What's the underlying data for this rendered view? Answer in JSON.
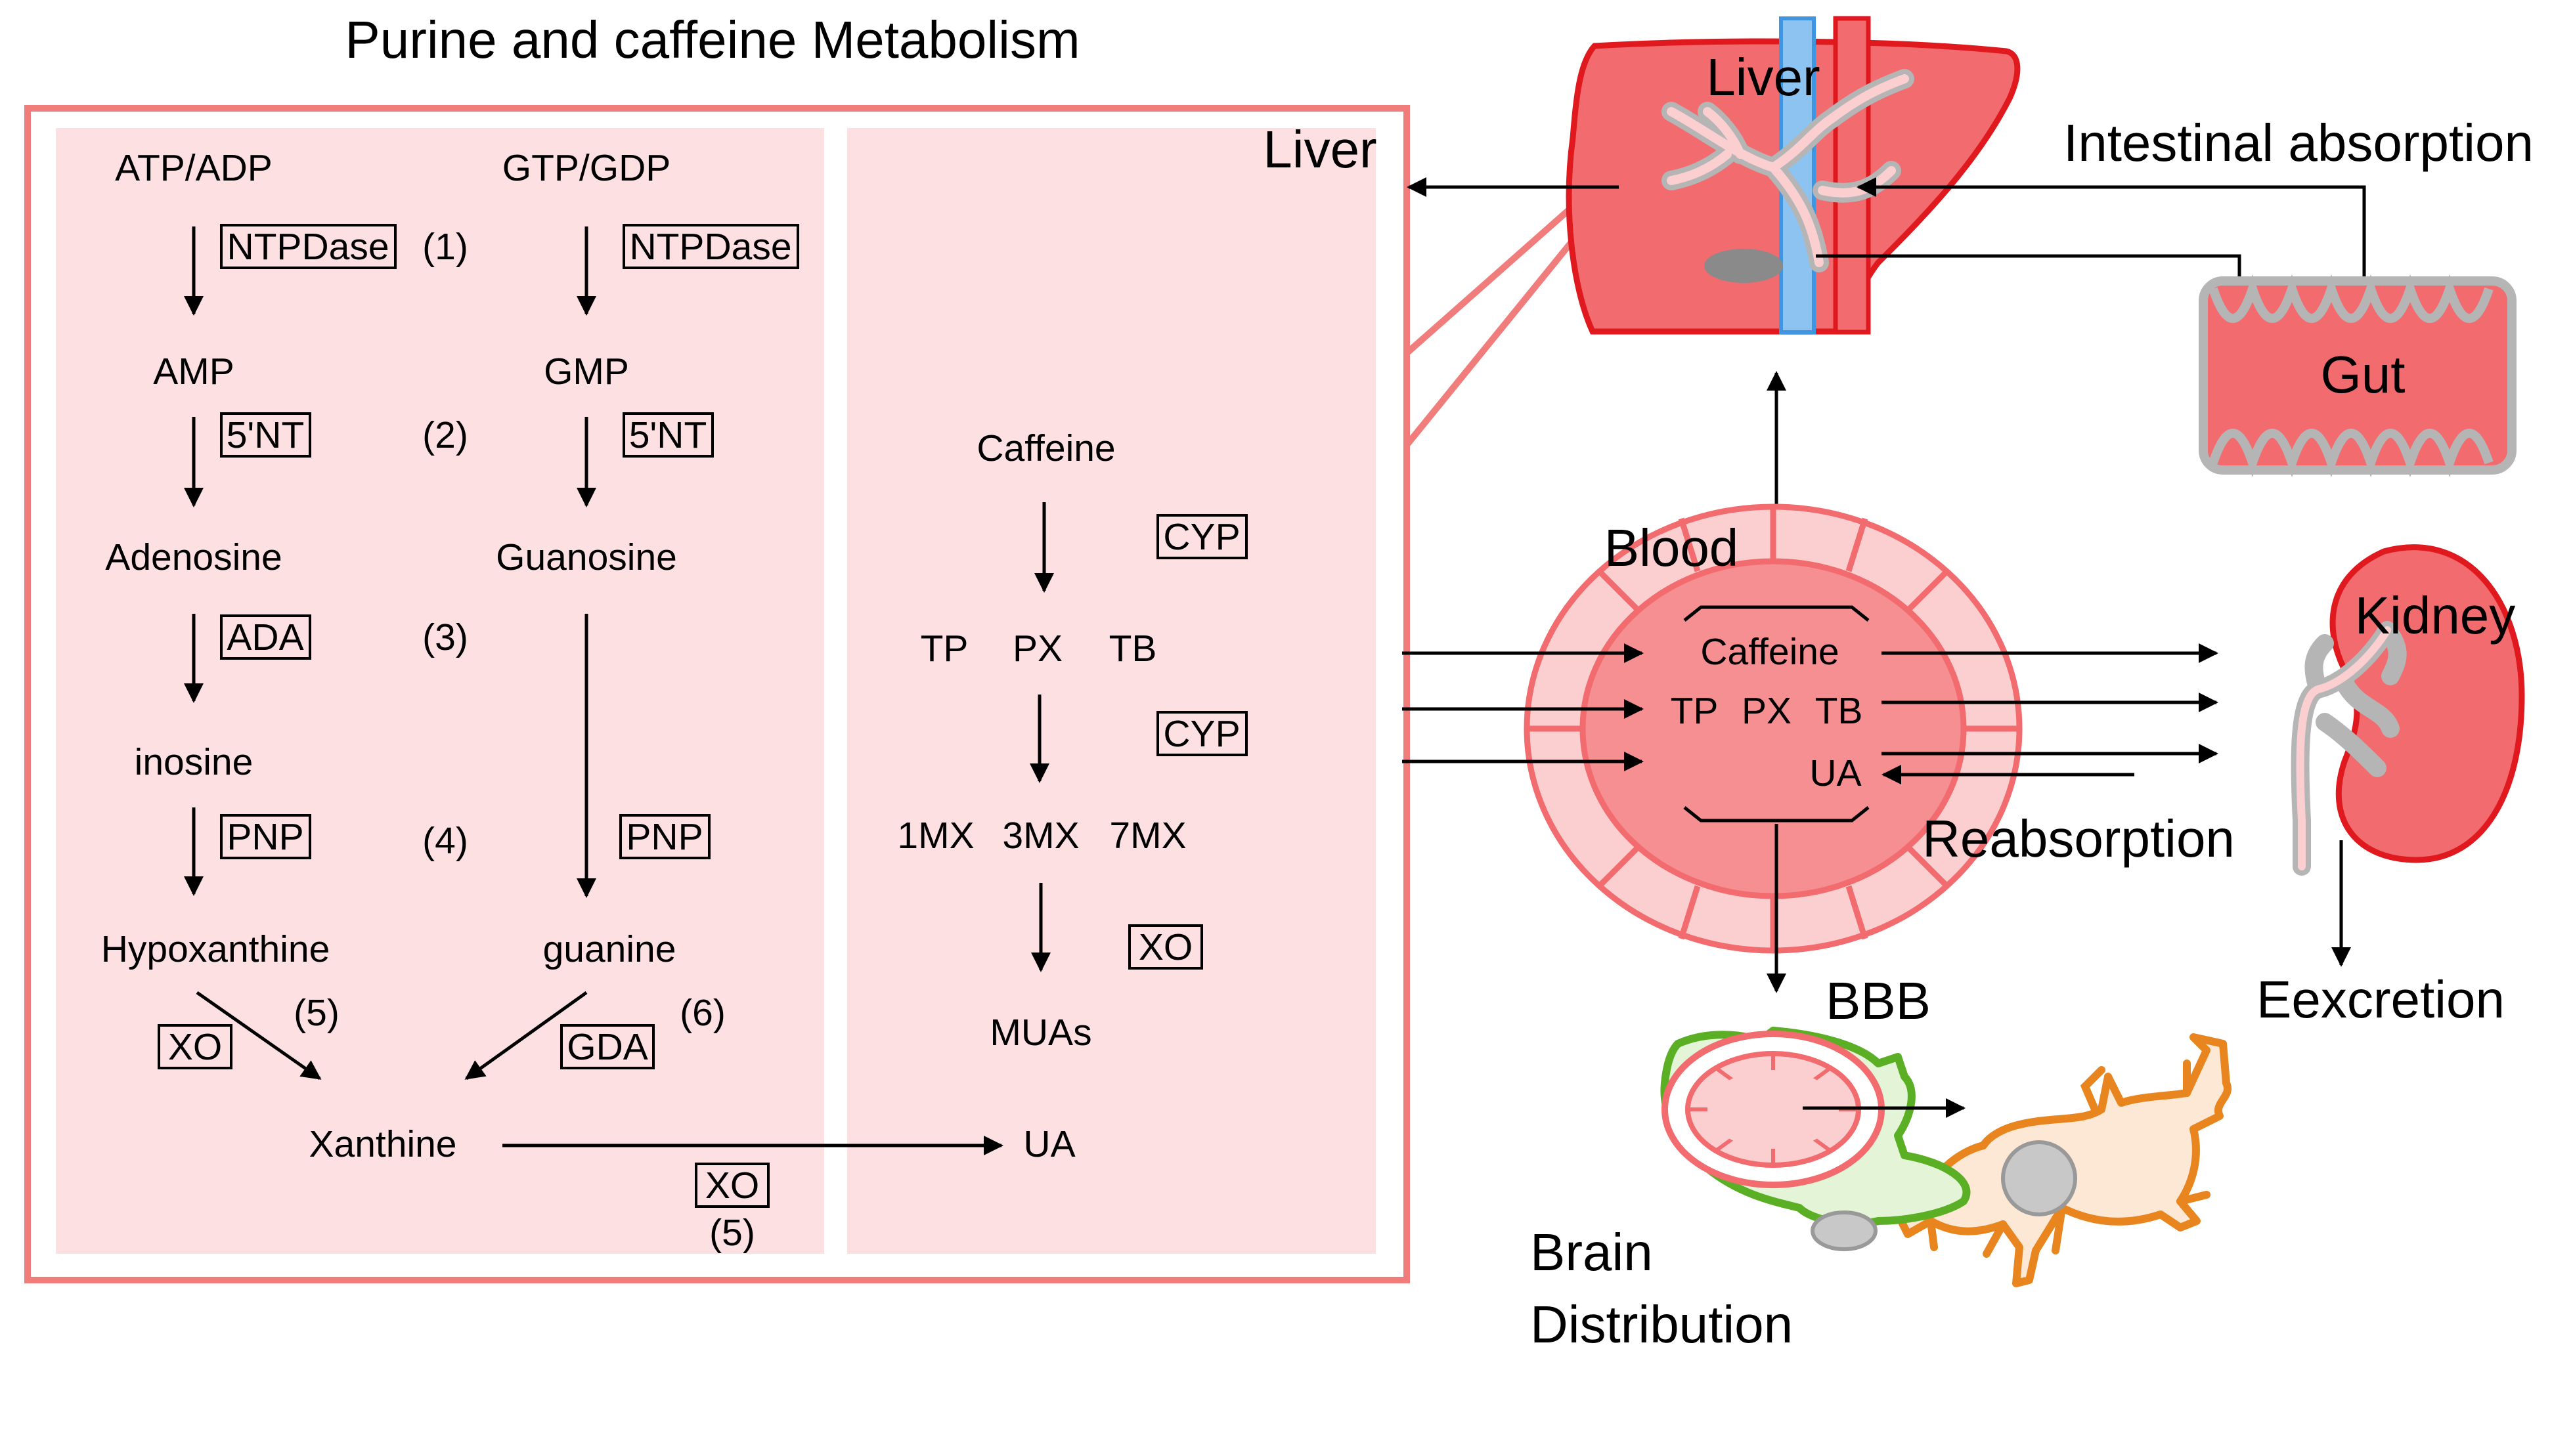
{
  "title": "Purine and caffeine Metabolism",
  "purine": {
    "atp": "ATP/ADP",
    "gtp": "GTP/GDP",
    "amp": "AMP",
    "gmp": "GMP",
    "adenosine": "Adenosine",
    "guanosine": "Guanosine",
    "inosine": "inosine",
    "hypoxanthine": "Hypoxanthine",
    "guanine": "guanine",
    "xanthine": "Xanthine",
    "ua": "UA"
  },
  "enzymes": {
    "ntpdase": "NTPDase",
    "nt5": "5'NT",
    "ada": "ADA",
    "pnp": "PNP",
    "xo": "XO",
    "gda": "GDA",
    "cyp": "CYP"
  },
  "steps": {
    "s1": "(1)",
    "s2": "(2)",
    "s3": "(3)",
    "s4": "(4)",
    "s5": "(5)",
    "s6": "(6)"
  },
  "caffeine_path": {
    "caffeine": "Caffeine",
    "tp": "TP",
    "px": "PX",
    "tb": "TB",
    "mx1": "1MX",
    "mx3": "3MX",
    "mx7": "7MX",
    "muas": "MUAs",
    "ua": "UA"
  },
  "organs": {
    "liver": "Liver",
    "liver_side": "Liver",
    "intestinal_absorption": "Intestinal absorption",
    "gut": "Gut",
    "blood": "Blood",
    "kidney": "Kidney",
    "reabsorption": "Reabsorption",
    "excretion": "Eexcretion",
    "bbb": "BBB",
    "brain_line1": "Brain",
    "brain_line2": "Distribution"
  },
  "blood_contents": {
    "caffeine": "Caffeine",
    "tp": "TP",
    "px": "PX",
    "tb": "TB",
    "ua": "UA"
  },
  "colors": {
    "frame": "#f07c7c",
    "panel": "#fde0e2",
    "organ_red": "#f26b6e",
    "organ_dark": "#e0191f",
    "vessel_blue": "#8cc3f0",
    "vessel_gray": "#b5b5b5",
    "astro_orange": "#e8851e",
    "astro_fill": "#fde8d6",
    "endo_green": "#5aaf24",
    "endo_fill": "#e3f5d6"
  }
}
